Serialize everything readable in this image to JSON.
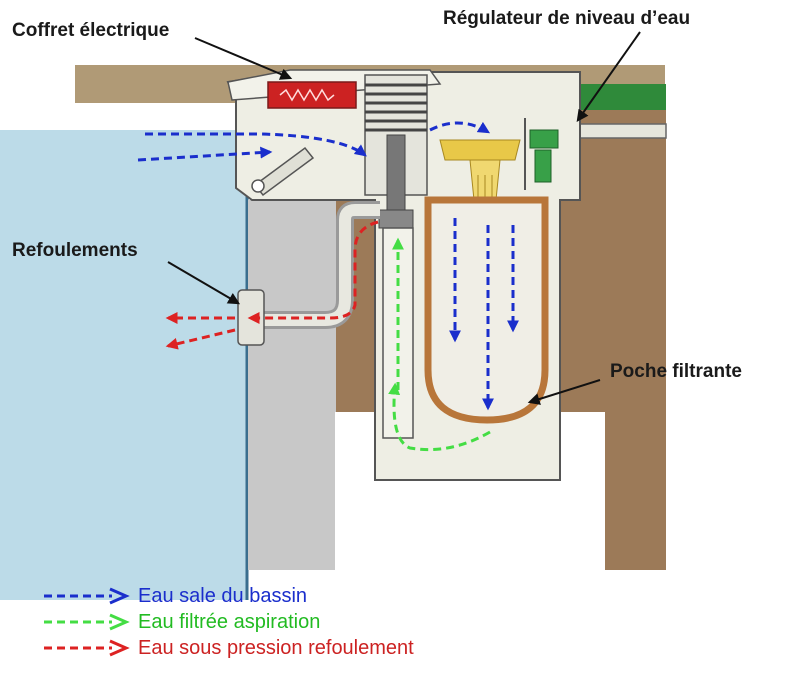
{
  "labels": {
    "coffret": "Coffret électrique",
    "regulateur": "Régulateur de niveau d’eau",
    "refoulements": "Refoulements",
    "poche": "Poche filtrante"
  },
  "legend": [
    {
      "text": "Eau sale du bassin",
      "color": "#1a2ecc",
      "arrow_color": "#1a2ecc"
    },
    {
      "text": "Eau filtrée  aspiration",
      "color": "#22bb22",
      "arrow_color": "#44dd44"
    },
    {
      "text": "Eau sous pression refoulement",
      "color": "#cc2222",
      "arrow_color": "#dd2222"
    }
  ],
  "colors": {
    "soil": "#b09a76",
    "soil_dark": "#9c7a58",
    "water": "#bcdbe8",
    "concrete": "#c8c8c8",
    "body": "#eeeee4",
    "grass": "#2f8a3a",
    "filter_bag": "#b8763a",
    "heater": "#cc2222",
    "skimmer_basket": "#e8c848"
  }
}
